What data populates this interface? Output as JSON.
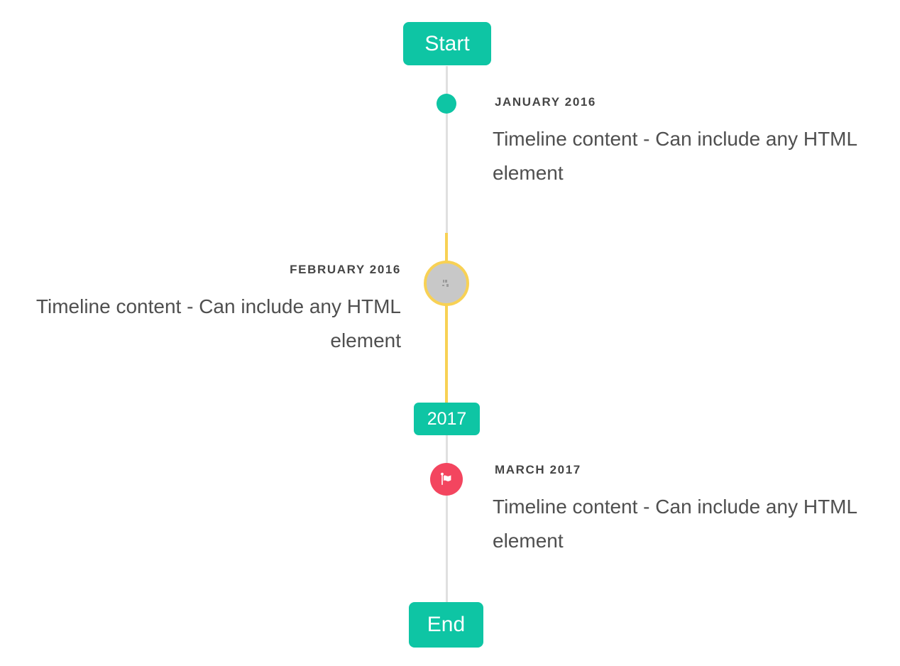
{
  "colors": {
    "accent_teal": "#0ec5a4",
    "accent_yellow": "#f8d154",
    "accent_red": "#f3455f",
    "line_gray": "#e0e0e0",
    "circle_gray": "#c8c8c8",
    "title_color": "#454545",
    "content_color": "#4f4f4f"
  },
  "timeline": {
    "start_label": "Start",
    "year_divider_label": "2017",
    "end_label": "End",
    "items": [
      {
        "title": "JANUARY 2016",
        "content": "Timeline content - Can include any HTML element",
        "side": "right",
        "marker_icon": "teal-dot"
      },
      {
        "title": "FEBRUARY 2016",
        "content": "Timeline content - Can include any HTML element",
        "side": "left",
        "marker_icon": "broken-image-in-yellow-ring"
      },
      {
        "title": "MARCH 2017",
        "content": "Timeline content - Can include any HTML element",
        "side": "right",
        "marker_icon": "flag"
      }
    ]
  }
}
